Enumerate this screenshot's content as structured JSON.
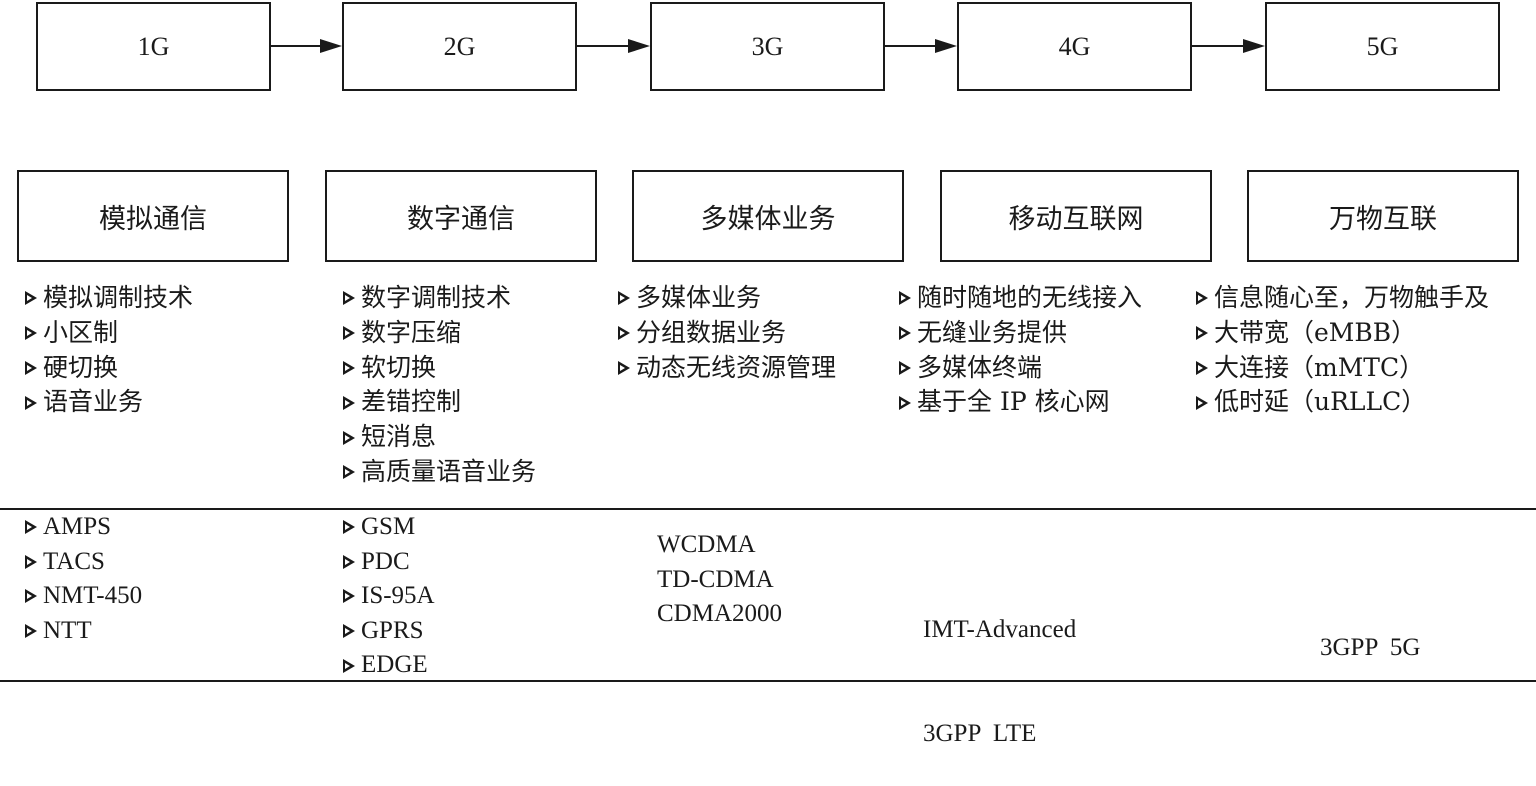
{
  "generations": [
    {
      "label": "1G",
      "theme": "模拟通信",
      "features": [
        "模拟调制技术",
        "小区制",
        "硬切换",
        "语音业务"
      ],
      "standards": [
        "AMPS",
        "TACS",
        "NMT-450",
        "NTT"
      ]
    },
    {
      "label": "2G",
      "theme": "数字通信",
      "features": [
        "数字调制技术",
        "数字压缩",
        "软切换",
        "差错控制",
        "短消息",
        "高质量语音业务"
      ],
      "standards": [
        "GSM",
        "PDC",
        "IS-95A",
        "GPRS",
        "EDGE"
      ]
    },
    {
      "label": "3G",
      "theme": "多媒体业务",
      "features": [
        "多媒体业务",
        "分组数据业务",
        "动态无线资源管理"
      ],
      "standards": [
        "WCDMA",
        "TD-CDMA",
        "CDMA2000"
      ]
    },
    {
      "label": "4G",
      "theme": "移动互联网",
      "features": [
        "随时随地的无线接入",
        "无缝业务提供",
        "多媒体终端",
        "基于全 IP 核心网"
      ],
      "standards": [
        "IMT-Advanced",
        "3GPP  LTE"
      ]
    },
    {
      "label": "5G",
      "theme": "万物互联",
      "features": [
        "信息随心至，万物触手及",
        "大带宽（eMBB）",
        "大连接（mMTC）",
        "低时延（uRLLC）"
      ],
      "standards": [
        "3GPP  5G"
      ]
    }
  ]
}
